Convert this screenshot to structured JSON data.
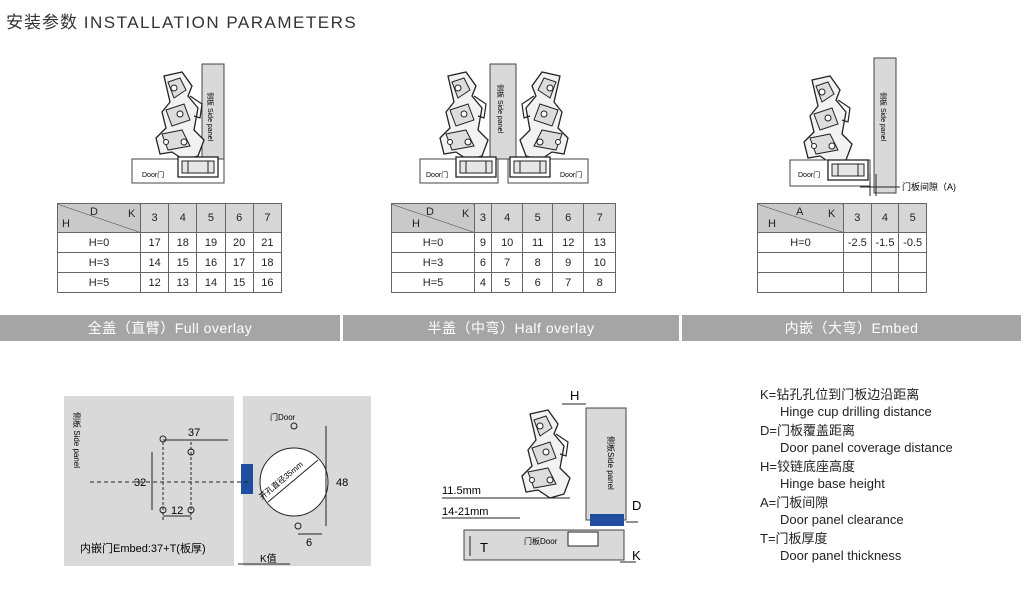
{
  "title": {
    "cn": "安装参数",
    "en": "INSTALLATION PARAMETERS"
  },
  "diagram_labels": {
    "door": "Door门",
    "side_panel_cn": "侧板",
    "side_panel_en": "Side panel",
    "door_clearance": "门板间隙（A)"
  },
  "tables": {
    "full": {
      "corner": {
        "top": "D",
        "right": "K",
        "left": "H"
      },
      "columns": [
        "3",
        "4",
        "5",
        "6",
        "7"
      ],
      "rows": [
        {
          "h": "H=0",
          "v": [
            "17",
            "18",
            "19",
            "20",
            "21"
          ]
        },
        {
          "h": "H=3",
          "v": [
            "14",
            "15",
            "16",
            "17",
            "18"
          ]
        },
        {
          "h": "H=5",
          "v": [
            "12",
            "13",
            "14",
            "15",
            "16"
          ]
        }
      ]
    },
    "half": {
      "corner": {
        "top": "D",
        "right": "K",
        "left": "H"
      },
      "columns": [
        "3",
        "4",
        "5",
        "6",
        "7"
      ],
      "rows": [
        {
          "h": "H=0",
          "v": [
            "9",
            "10",
            "11",
            "12",
            "13"
          ]
        },
        {
          "h": "H=3",
          "v": [
            "6",
            "7",
            "8",
            "9",
            "10"
          ]
        },
        {
          "h": "H=5",
          "v": [
            "4",
            "5",
            "6",
            "7",
            "8"
          ]
        }
      ]
    },
    "embed": {
      "corner": {
        "top": "A",
        "right": "K",
        "left": "H"
      },
      "columns": [
        "3",
        "4",
        "5"
      ],
      "rows": [
        {
          "h": "H=0",
          "v": [
            "-2.5",
            "-1.5",
            "-0.5"
          ]
        },
        {
          "h": "",
          "v": [
            "",
            "",
            ""
          ]
        },
        {
          "h": "",
          "v": [
            "",
            "",
            ""
          ]
        }
      ]
    }
  },
  "banners": {
    "full": "全盖（直臂）Full overlay",
    "half": "半盖（中弯）Half overlay",
    "embed": "内嵌（大弯）Embed"
  },
  "drilling": {
    "side_panel": "侧板 Side panel",
    "door": "门Door",
    "d37": "37",
    "d32": "32",
    "d12": "12",
    "d48": "48",
    "d6": "6",
    "hole": "开孔直径35mm",
    "k_value": "K值",
    "embed_formula": "内嵌门Embed:37+T(板厚)"
  },
  "section": {
    "h": "H",
    "d": "D",
    "k": "K",
    "t": "T",
    "m1": "11.5mm",
    "m2": "14-21mm",
    "door": "门板Door",
    "side": "侧板Side panel"
  },
  "legend": [
    {
      "cn": "K=钻孔孔位到门板边沿距离",
      "en": "Hinge cup drilling distance"
    },
    {
      "cn": "D=门板覆盖距离",
      "en": "Door panel coverage distance"
    },
    {
      "cn": "H=铰链底座高度",
      "en": "Hinge base height"
    },
    {
      "cn": "A=门板间隙",
      "en": "Door panel clearance"
    },
    {
      "cn": "T=门板厚度",
      "en": "Door panel thickness"
    }
  ],
  "colors": {
    "banner": "#a5a5a5",
    "accent_blue": "#1f4ea1",
    "panel_gray": "#d9d9d9"
  }
}
